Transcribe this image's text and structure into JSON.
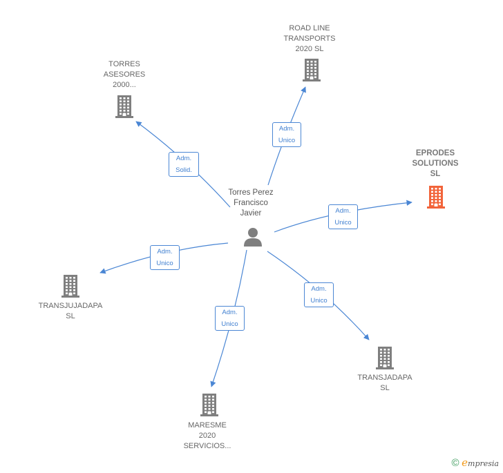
{
  "center": {
    "name": "Torres Perez\nFrancisco\nJavier",
    "icon": "person-icon"
  },
  "companies": [
    {
      "id": "road-line",
      "name": "ROAD LINE\nTRANSPORTS\n2020  SL",
      "icon": "building-icon",
      "highlight": false,
      "edge": "Adm.\nUnico"
    },
    {
      "id": "torres-asesores",
      "name": "TORRES\nASESORES\n2000...",
      "icon": "building-icon",
      "highlight": false,
      "edge": "Adm.\nSolid."
    },
    {
      "id": "eprodes",
      "name": "EPRODES\nSOLUTIONS\nSL",
      "icon": "building-icon",
      "highlight": true,
      "edge": "Adm.\nUnico"
    },
    {
      "id": "transjujadapa",
      "name": "TRANSJUJADAPA\nSL",
      "icon": "building-icon",
      "highlight": false,
      "edge": "Adm.\nUnico"
    },
    {
      "id": "transjadapa",
      "name": "TRANSJADAPA\nSL",
      "icon": "building-icon",
      "highlight": false,
      "edge": "Adm.\nUnico"
    },
    {
      "id": "maresme",
      "name": "MARESME\n2020\nSERVICIOS...",
      "icon": "building-icon",
      "highlight": false,
      "edge": "Adm.\nUnico"
    }
  ],
  "colors": {
    "edge": "#4a86d4",
    "building": "#7f7f7f",
    "highlight": "#f2643a"
  },
  "footer": {
    "copyright": "©",
    "brand_initial": "e",
    "brand_rest": "mpresia"
  }
}
